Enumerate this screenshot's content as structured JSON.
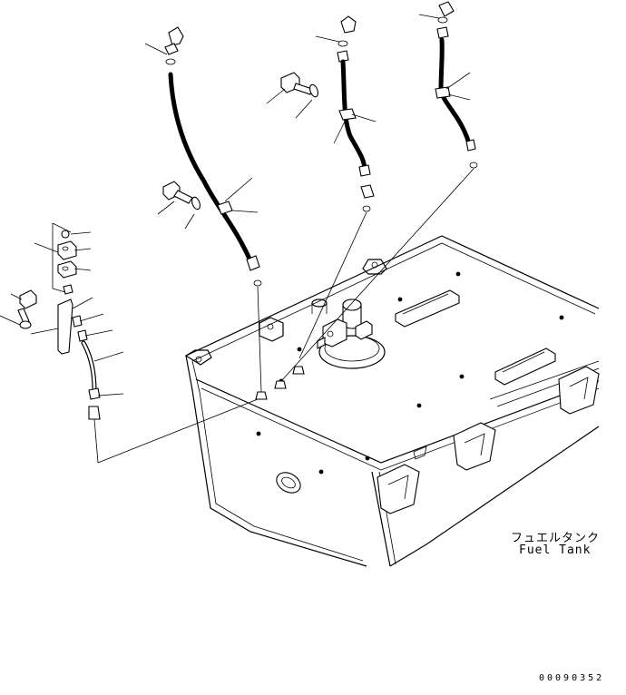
{
  "diagram": {
    "caption_japanese": "フュエルタンク",
    "caption_english": "Fuel Tank",
    "drawing_number": "00090352"
  }
}
